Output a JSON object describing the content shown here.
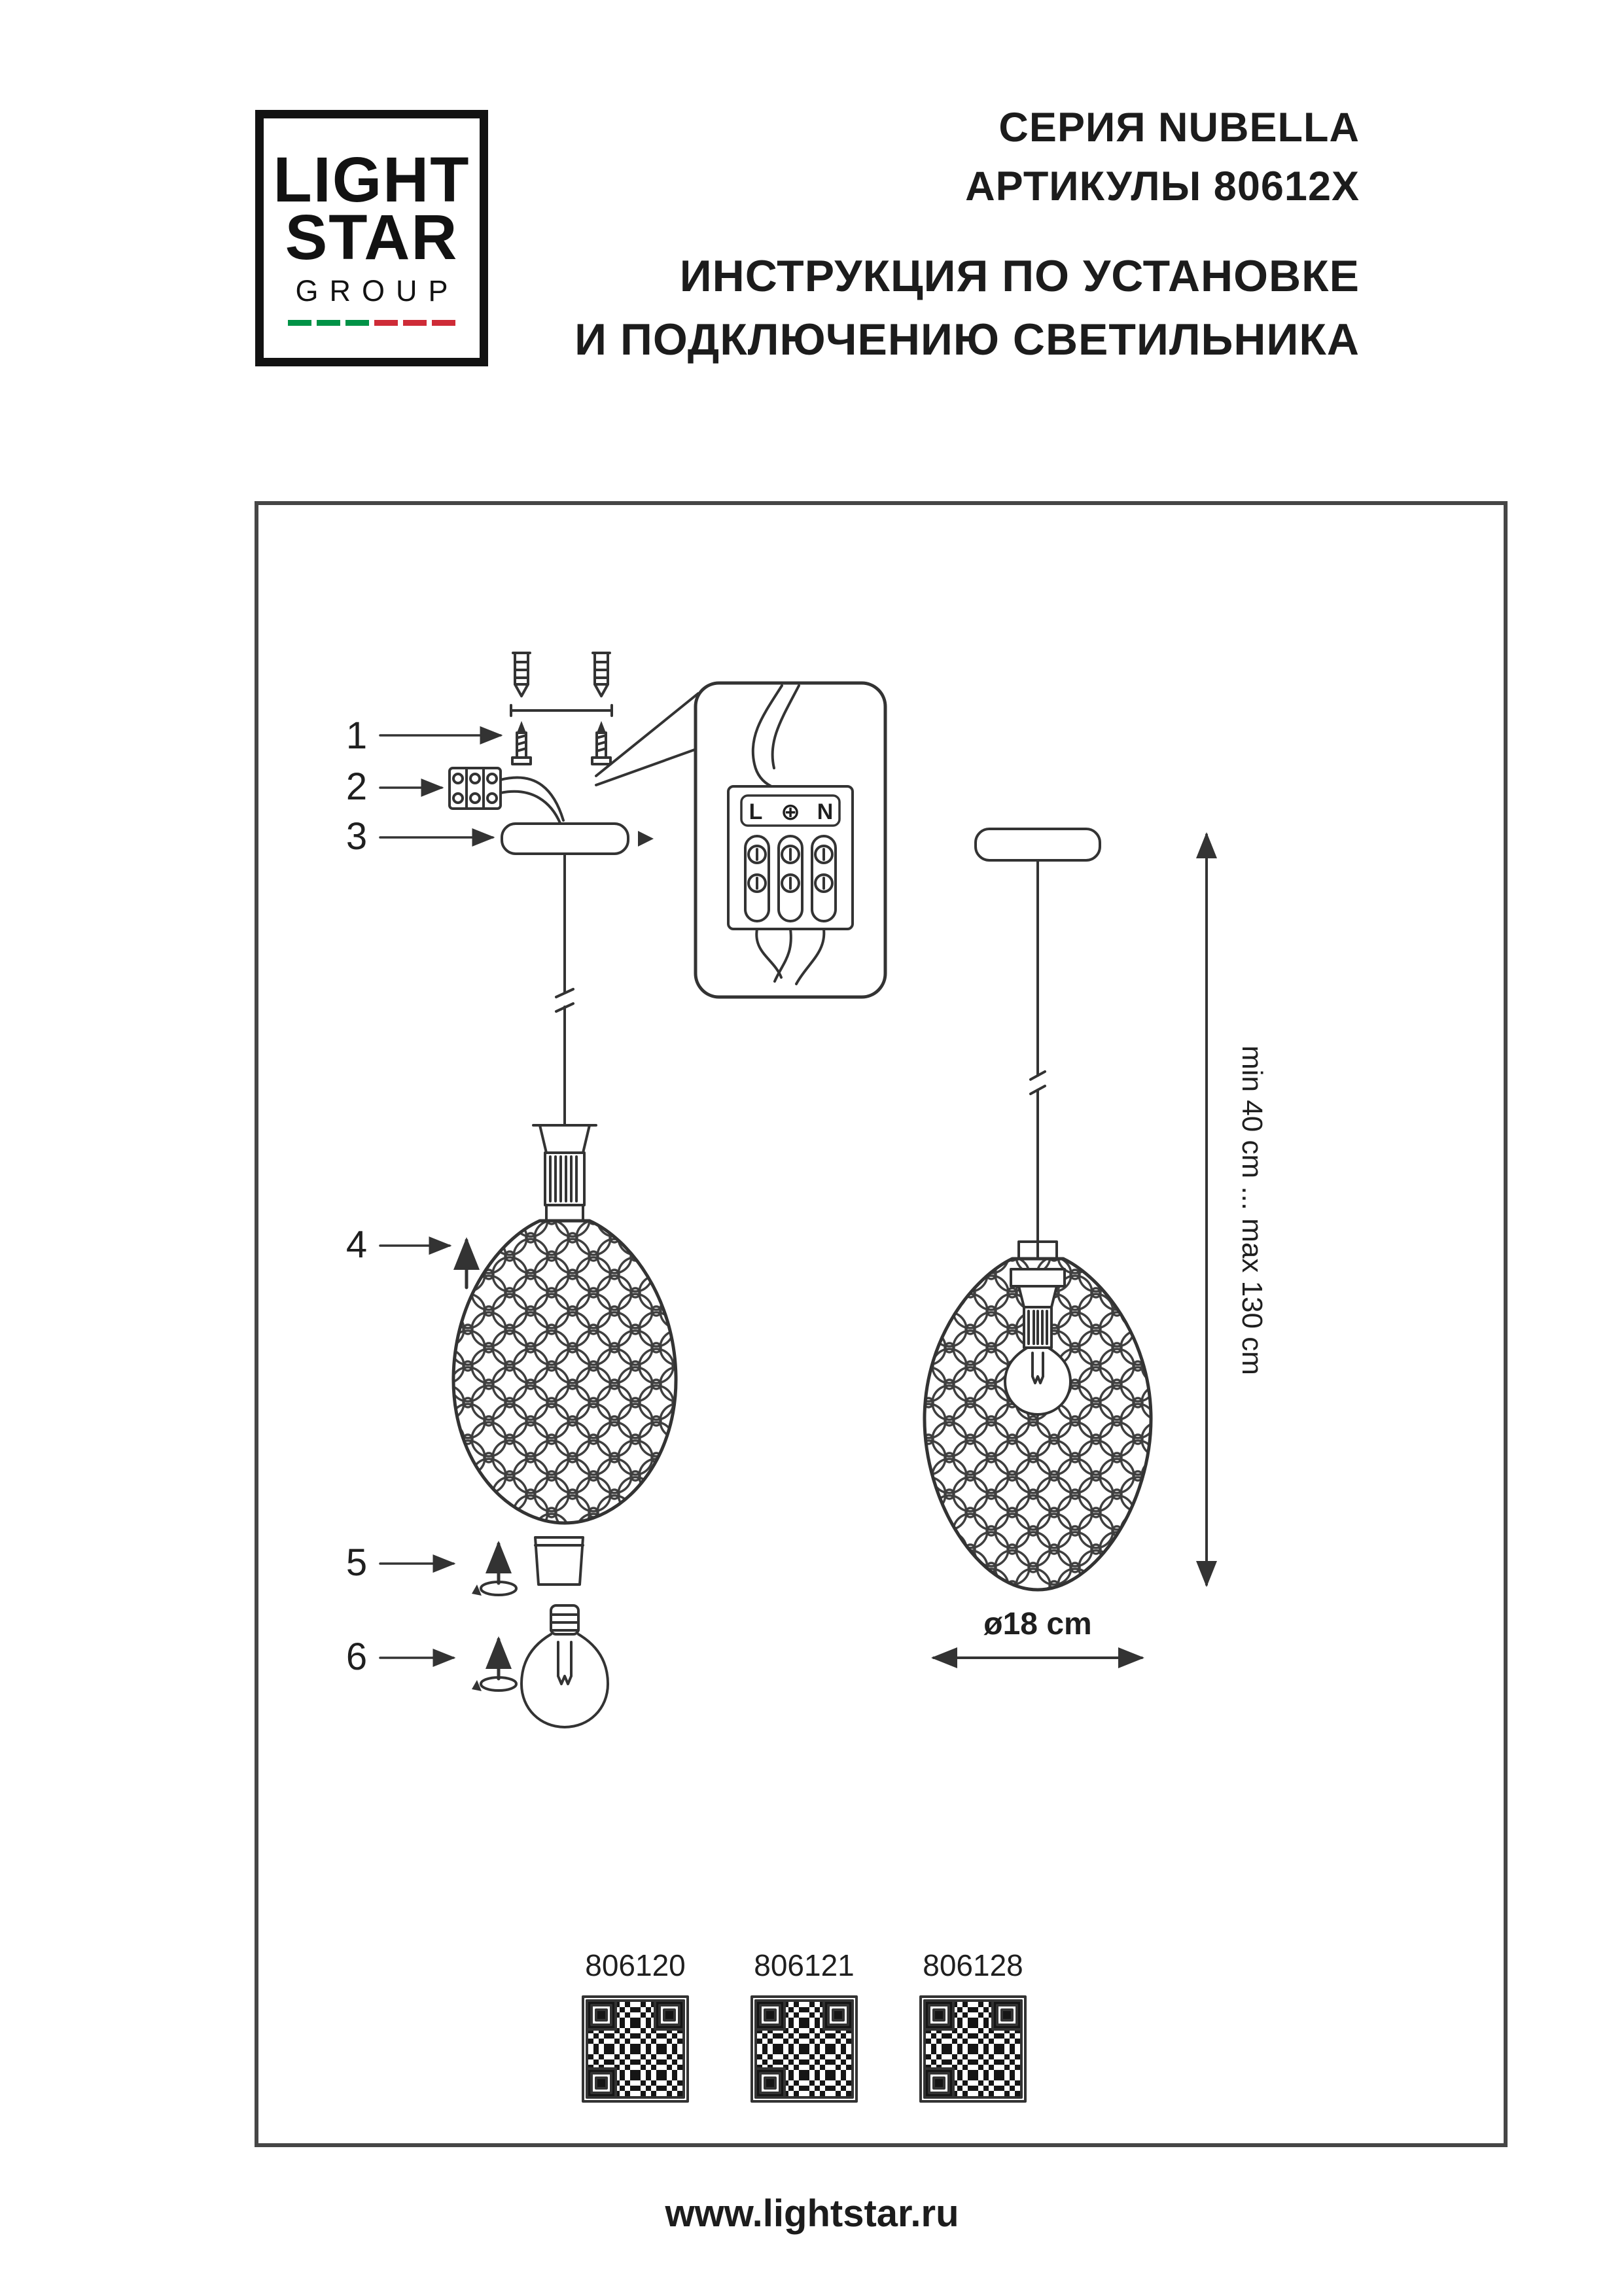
{
  "logo": {
    "word1": "LIGHT",
    "word2": "STAR",
    "word3": "GROUP",
    "flag_green": "#009246",
    "flag_red": "#ce2b37"
  },
  "header": {
    "series": "СЕРИЯ NUBELLA",
    "articles": "АРТИКУЛЫ 80612X",
    "instruction_line1": "ИНСТРУКЦИЯ ПО УСТАНОВКЕ",
    "instruction_line2": "И ПОДКЛЮЧЕНИЮ СВЕТИЛЬНИКА"
  },
  "diagram": {
    "parts": [
      "1",
      "2",
      "3",
      "4",
      "5",
      "6"
    ],
    "terminal": {
      "left": "L",
      "earth": "⊕",
      "right": "N"
    },
    "dimensions": {
      "height": "min 40 cm ... max 130 cm",
      "diameter": "ø18 cm"
    },
    "qr": [
      "806120",
      "806121",
      "806128"
    ]
  },
  "footer": {
    "website": "www.lightstar.ru"
  }
}
